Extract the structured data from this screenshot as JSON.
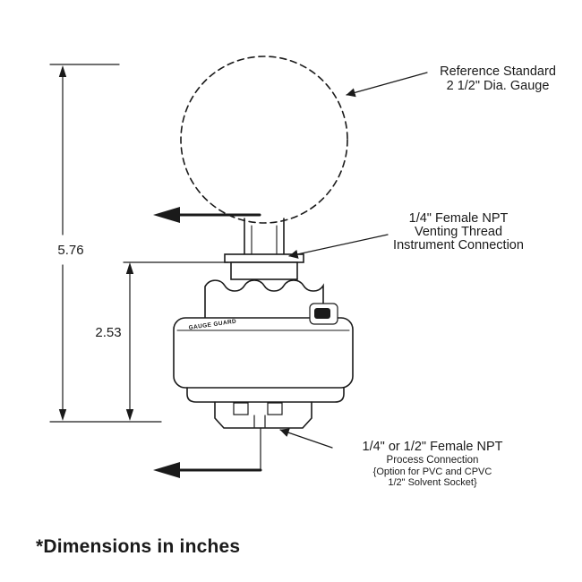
{
  "figure": {
    "units": "inches",
    "footnote": "*Dimensions in inches",
    "dimensions": {
      "overall_height_in": "5.76",
      "body_height_in": "2.53"
    },
    "labels": {
      "gauge_ref": {
        "l1": "Reference Standard",
        "l2": "2 1/2\" Dia. Gauge"
      },
      "vent": {
        "l1": "1/4\" Female NPT",
        "l2": "Venting Thread",
        "l3": "Instrument Connection"
      },
      "process": {
        "l1": "1/4\" or 1/2\" Female NPT",
        "l2": "Process Connection",
        "l3": "{Option for PVC and CPVC",
        "l4": "1/2\" Solvent Socket}"
      },
      "body_stamp": "GAUGE GUARD"
    },
    "colors": {
      "ink": "#1a1a1a",
      "background": "#ffffff"
    }
  }
}
